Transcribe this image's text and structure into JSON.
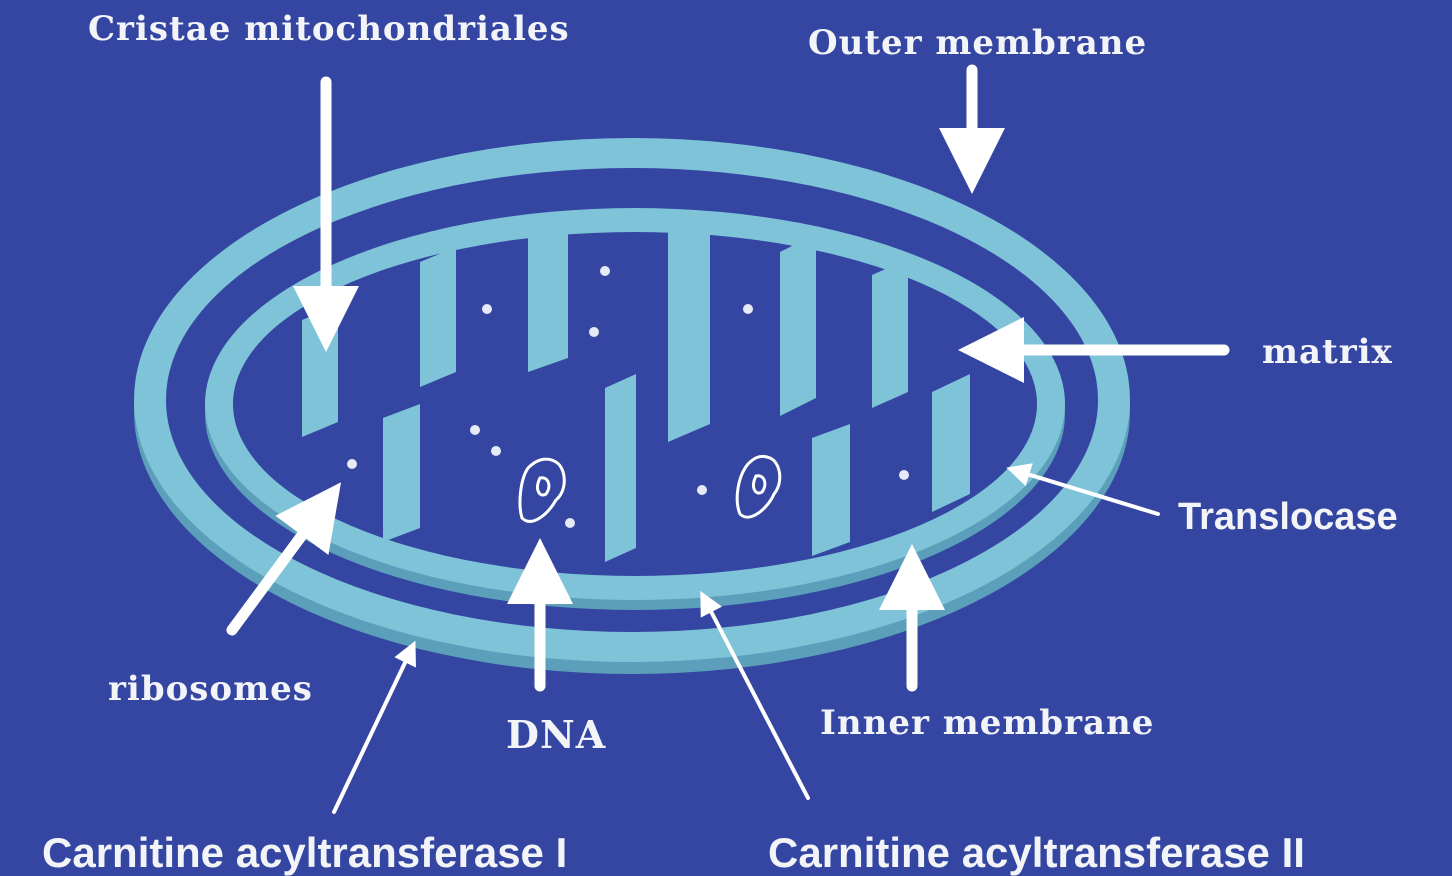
{
  "labels": {
    "cristae": "Cristae mitochondriales",
    "outer_membrane": "Outer membrane",
    "matrix": "matrix",
    "translocase": "Translocase",
    "ribosomes": "ribosomes",
    "dna": "DNA",
    "inner_membrane": "Inner membrane",
    "cat1": "Carnitine acyltransferase I",
    "cat2": "Carnitine acyltransferase II"
  },
  "colors": {
    "background": "#3446a2",
    "membrane": "#7ec3d8",
    "membrane_dark": "#5b9fba",
    "arrow": "#ffffff",
    "text": "#f2f4f8"
  }
}
